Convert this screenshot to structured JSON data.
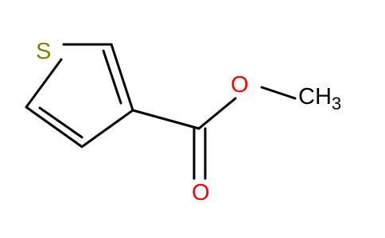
{
  "molecule": {
    "atoms": {
      "sulfur": {
        "label": "S",
        "color": "#8a7d00"
      },
      "ether_oxygen": {
        "label": "O",
        "color": "#ff0000"
      },
      "carbonyl_oxygen": {
        "label": "O",
        "color": "#ff0000"
      },
      "methyl": {
        "label": "CH",
        "subscript": "3",
        "color": "#000000"
      }
    },
    "bond_color": "#000000"
  }
}
